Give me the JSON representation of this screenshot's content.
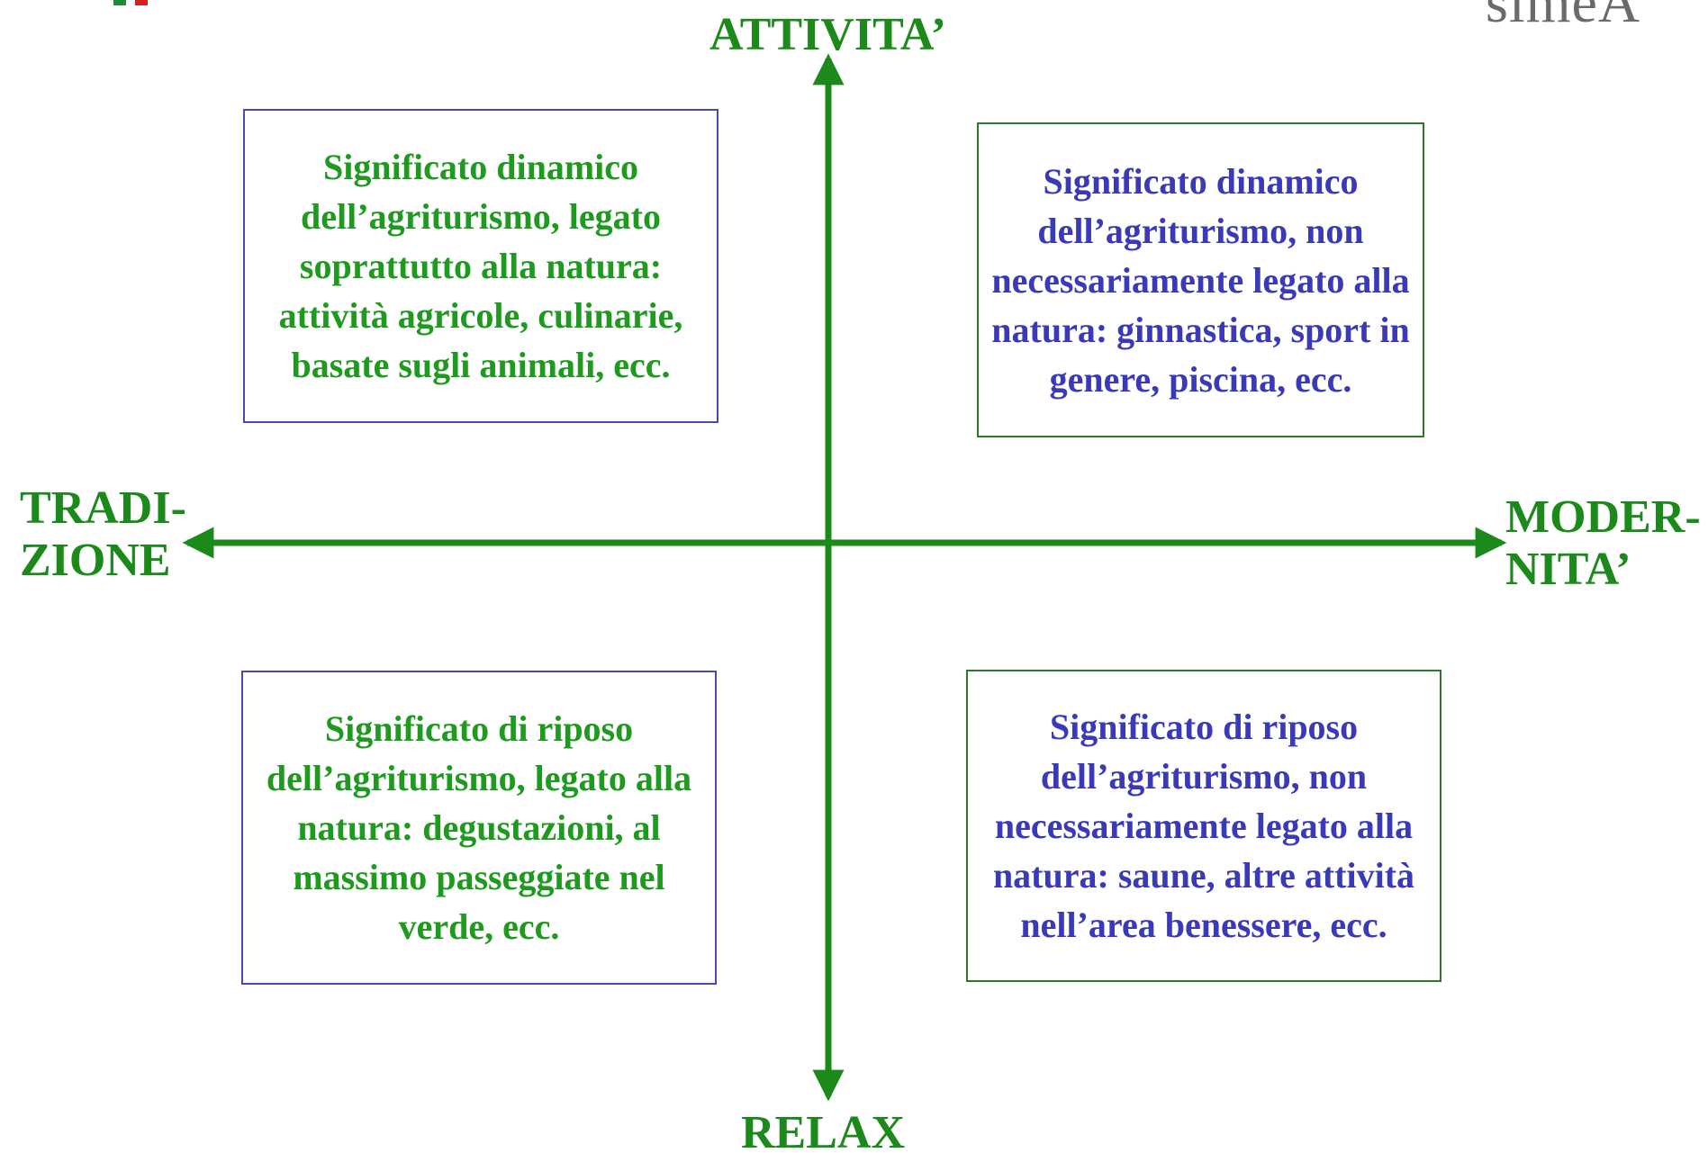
{
  "axes": {
    "top": "ATTIVITA’",
    "bottom": "RELAX",
    "left_line1": "TRADI-",
    "left_line2": "ZIONE",
    "right_line1": "MODER-",
    "right_line2": "NITA’"
  },
  "quadrants": {
    "top_left": "Significato dinamico dell’agriturismo, legato soprattutto alla natura: attività agricole, culinarie, basate sugli animali, ecc.",
    "top_right": "Significato dinamico dell’agriturismo, non necessariamente legato alla natura: ginnastica, sport in genere, piscina, ecc.",
    "bottom_left": "Significato di riposo dell’agriturismo, legato alla natura: degustazioni, al massimo passeggiate nel verde, ecc.",
    "bottom_right": "Significato di riposo dell’agriturismo, non necessariamente legato alla natura: saune, altre attività nell’area benessere, ecc."
  },
  "colors": {
    "axis": "#1b8a1b",
    "green_text": "#1e9a1e",
    "blue_text": "#3a3ab8"
  },
  "logos": {
    "top_right_fragment": "simeA",
    "top_left": "italian-flag-logo"
  }
}
